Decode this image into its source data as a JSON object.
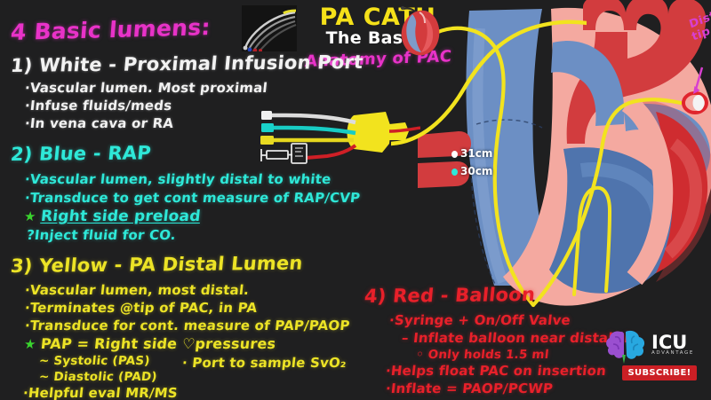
{
  "page": {
    "background_color": "#1f1f20",
    "title_main": "PA CATH",
    "title_sub": "The Basics",
    "title_hand": "Anatomy of PAC"
  },
  "colors": {
    "pink": "#e832c8",
    "white": "#f2f2f2",
    "cyan": "#2ee8d8",
    "yellow": "#ece326",
    "red": "#e8202a",
    "green_star": "#3ad42e",
    "magenta": "#d83fd0",
    "title_yellow": "#f5e119",
    "subscribe_red": "#cc1f25"
  },
  "heading": "4 Basic lumens:",
  "sections": [
    {
      "id": "white",
      "heading": "1) White - Proximal Infusion Port",
      "color": "#f2f2f2",
      "bullets": [
        "·Vascular lumen. Most proximal",
        "·Infuse fluids/meds",
        "·In vena cava  or RA"
      ]
    },
    {
      "id": "blue",
      "heading": "2) Blue - RAP",
      "color": "#2ee8d8",
      "bullets": [
        "·Vascular lumen, slightly distal to white",
        "·Transduce to get cont measure of RAP/CVP"
      ],
      "star_line": "Right side preload",
      "star_prefix": "★",
      "star_underline": "preload",
      "question_line": "?Inject fluid for CO."
    },
    {
      "id": "yellow",
      "heading": "3) Yellow - PA Distal Lumen",
      "color": "#ece326",
      "bullets": [
        "·Vascular lumen, most distal.",
        "·Terminates @tip of PAC, in PA",
        "·Transduce for cont. measure of PAP/PAOP"
      ],
      "star_prefix": "★",
      "star_line": "PAP = Right side ♡pressures",
      "sub_bullets": [
        "~ Systolic (PAS)",
        "~ Diastolic (PAD)"
      ],
      "last_bullet": "·Helpful eval MR/MS",
      "side_note": "· Port to sample SvO₂"
    },
    {
      "id": "red",
      "heading": "4) Red - Balloon",
      "color": "#e8202a",
      "bullets": [
        "·Syringe + On/Off Valve",
        "– Inflate balloon near distal tip",
        "◦ Only holds 1.5 ml",
        "·Helps float PAC on insertion",
        "·Inflate = PAOP/PCWP"
      ]
    }
  ],
  "annotations": {
    "marker_31": "31cm",
    "marker_30": "30cm",
    "distal_tip_line1": "Distal",
    "distal_tip_line2": "tip"
  },
  "logo": {
    "name": "ICU",
    "tagline": "ADVANTAGE",
    "subscribe": "SUBSCRIBE!"
  },
  "icons": {
    "brain": "brain-icon",
    "heart": "heart-icon",
    "catheter": "catheter-photo-icon",
    "syringe": "syringe-icon",
    "valve": "stopcock-valve-icon"
  }
}
